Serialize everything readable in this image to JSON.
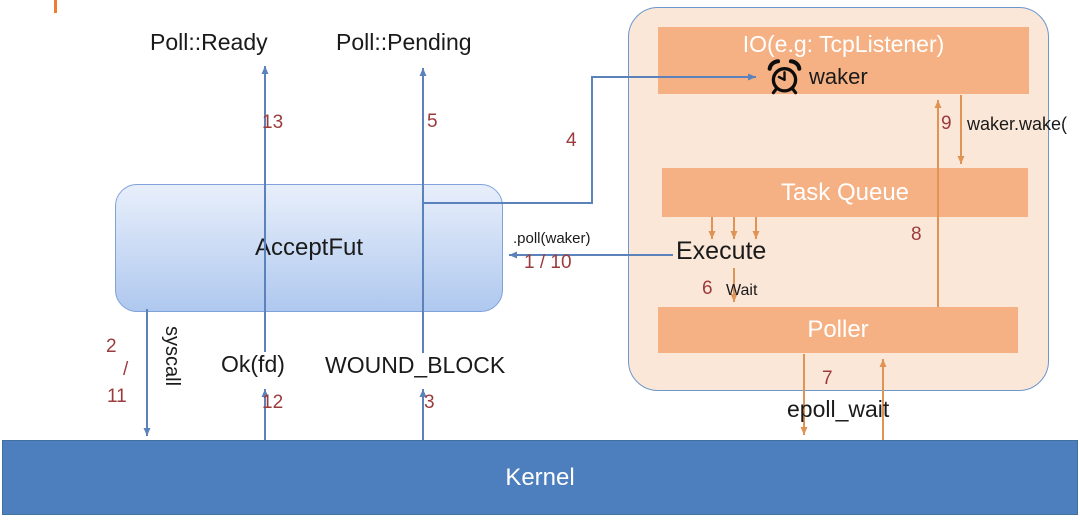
{
  "colors": {
    "text": "#1a1a1a",
    "step": "#9c3b3c",
    "blue_line": "#5b82ba",
    "orange_line": "#df9355",
    "bar_fill": "#f5b183",
    "container_fill": "#fbe7d8",
    "container_border": "#6b97cc",
    "box_border": "#7fa2d8",
    "box_top": "#e8effb",
    "box_bottom": "#afc8ef",
    "kernel_fill": "#4d7ebe",
    "kernel_border": "#41719c",
    "tick": "#ed7d31"
  },
  "nodes": {
    "accept_fut": "AcceptFut",
    "io_title": "IO(e.g: TcpListener)",
    "waker": "waker",
    "task_queue": "Task Queue",
    "poller": "Poller",
    "kernel": "Kernel"
  },
  "labels": {
    "poll_ready": "Poll::Ready",
    "poll_pending": "Poll::Pending",
    "ok_fd": "Ok(fd)",
    "would_block": "WOUND_BLOCK",
    "syscall": "syscall",
    "poll_waker": ".poll(waker)",
    "execute": "Execute",
    "wait": "Wait",
    "epoll_wait": "epoll_wait",
    "waker_wake": "waker.wake("
  },
  "steps": {
    "n1_10": "1 / 10",
    "n2": "2",
    "slash": "/",
    "n3": "3",
    "n4": "4",
    "n5": "5",
    "n6": "6",
    "n7": "7",
    "n8": "8",
    "n9": "9",
    "n11": "11",
    "n12": "12",
    "n13": "13"
  }
}
